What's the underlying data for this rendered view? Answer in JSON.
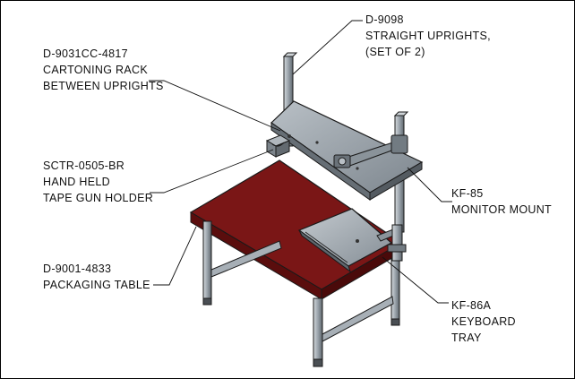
{
  "callouts": {
    "uprights": {
      "part_number": "D-9098",
      "lines": [
        "STRAIGHT UPRIGHTS,",
        "(SET OF 2)"
      ]
    },
    "cartoning_rack": {
      "part_number": "D-9031CC-4817",
      "lines": [
        "CARTONING RACK",
        "BETWEEN UPRIGHTS"
      ]
    },
    "tape_gun_holder": {
      "part_number": "SCTR-0505-BR",
      "lines": [
        "HAND HELD",
        "TAPE GUN HOLDER"
      ]
    },
    "packaging_table": {
      "part_number": "D-9001-4833",
      "lines": [
        "PACKAGING TABLE"
      ]
    },
    "monitor_mount": {
      "part_number": "KF-85",
      "lines": [
        "MONITOR MOUNT"
      ]
    },
    "keyboard_tray": {
      "part_number": "KF-86A",
      "lines": [
        "KEYBOARD",
        "TRAY"
      ]
    }
  },
  "colors": {
    "tabletop": "#7a1616",
    "tabletop_edge": "#5a0d0d",
    "steel": "#9aa3ab",
    "steel_dark": "#5f676e",
    "shelf": "#8f98a0",
    "outline": "#1a1a1a"
  }
}
